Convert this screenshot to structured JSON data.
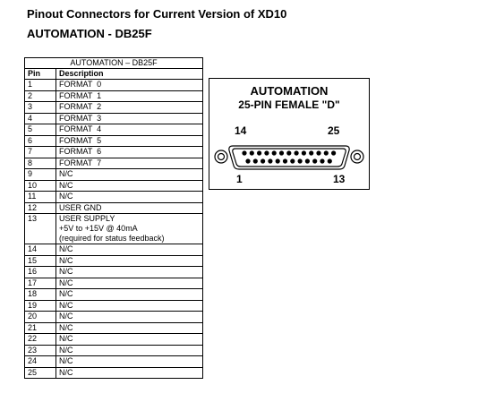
{
  "header": {
    "title": "Pinout Connectors for Current Version of XD10",
    "subtitle": "AUTOMATION - DB25F"
  },
  "table": {
    "caption": "AUTOMATION – DB25F",
    "col_pin": "Pin",
    "col_desc": "Description",
    "rows": [
      {
        "pin": "1",
        "desc": "FORMAT  0"
      },
      {
        "pin": "2",
        "desc": "FORMAT  1"
      },
      {
        "pin": "3",
        "desc": "FORMAT  2"
      },
      {
        "pin": "4",
        "desc": "FORMAT  3"
      },
      {
        "pin": "5",
        "desc": "FORMAT  4"
      },
      {
        "pin": "6",
        "desc": "FORMAT  5"
      },
      {
        "pin": "7",
        "desc": "FORMAT  6"
      },
      {
        "pin": "8",
        "desc": "FORMAT  7"
      },
      {
        "pin": "9",
        "desc": "N/C"
      },
      {
        "pin": "10",
        "desc": "N/C"
      },
      {
        "pin": "11",
        "desc": "N/C"
      },
      {
        "pin": "12",
        "desc": "USER GND"
      },
      {
        "pin": "13",
        "desc": "USER SUPPLY",
        "desc2": "+5V to +15V @ 40mA",
        "desc3": "(required for status feedback)"
      },
      {
        "pin": "14",
        "desc": "N/C"
      },
      {
        "pin": "15",
        "desc": "N/C"
      },
      {
        "pin": "16",
        "desc": "N/C"
      },
      {
        "pin": "17",
        "desc": "N/C"
      },
      {
        "pin": "18",
        "desc": "N/C"
      },
      {
        "pin": "19",
        "desc": "N/C"
      },
      {
        "pin": "20",
        "desc": "N/C"
      },
      {
        "pin": "21",
        "desc": "N/C"
      },
      {
        "pin": "22",
        "desc": "N/C"
      },
      {
        "pin": "23",
        "desc": "N/C"
      },
      {
        "pin": "24",
        "desc": "N/C"
      },
      {
        "pin": "25",
        "desc": "N/C"
      }
    ]
  },
  "connector": {
    "title": "AUTOMATION",
    "subtitle": "25-PIN FEMALE \"D\"",
    "label_top_left": "14",
    "label_top_right": "25",
    "label_bottom_left": "1",
    "label_bottom_right": "13"
  }
}
